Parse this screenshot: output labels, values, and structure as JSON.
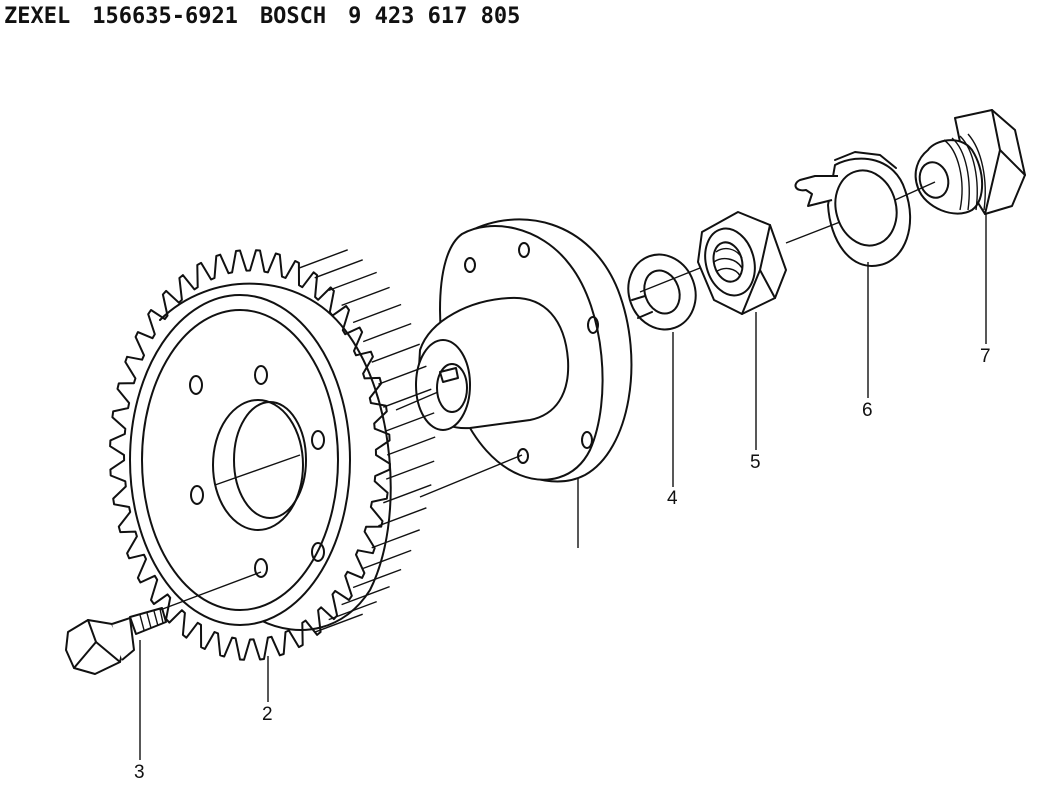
{
  "header": {
    "brand1": "ZEXEL",
    "part1": "156635-6921",
    "brand2": "BOSCH",
    "part2": "9 423 617 805"
  },
  "callouts": {
    "c2": "2",
    "c3": "3",
    "c4": "4",
    "c5": "5",
    "c6": "6",
    "c7": "7"
  },
  "parts": [
    {
      "name": "flange-hub",
      "icon": "flange-hub-icon"
    },
    {
      "name": "gear",
      "icon": "gear-icon"
    },
    {
      "name": "bolt",
      "icon": "bolt-icon"
    },
    {
      "name": "lock-washer",
      "icon": "washer-icon"
    },
    {
      "name": "hex-nut",
      "icon": "hex-nut-icon"
    },
    {
      "name": "tab-washer",
      "icon": "tab-washer-icon"
    },
    {
      "name": "plug",
      "icon": "plug-icon"
    }
  ]
}
